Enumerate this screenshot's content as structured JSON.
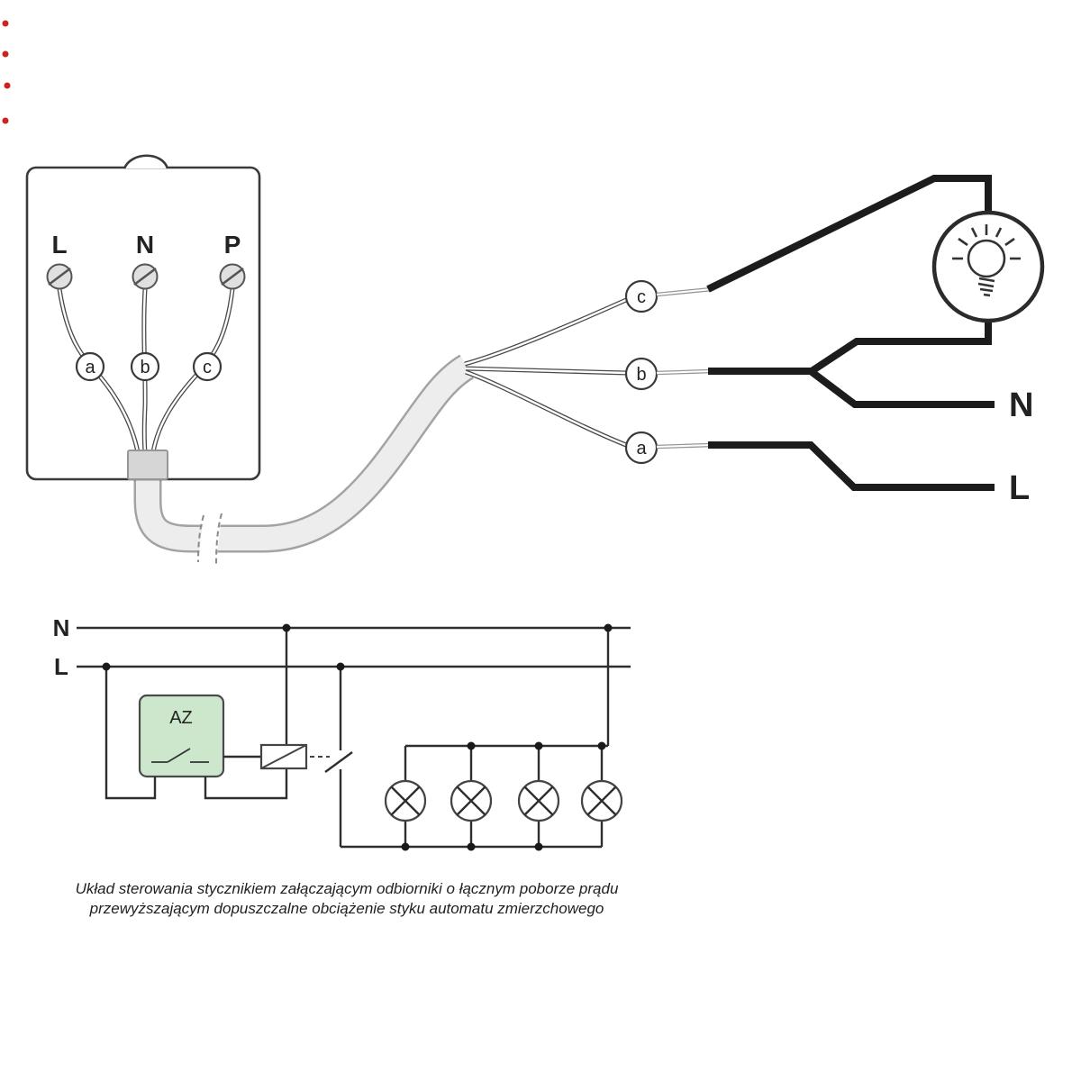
{
  "colors": {
    "az_fill": "#cde7cd",
    "cable_fill": "#ededed",
    "cable_outline": "#a3a3a3",
    "line_color": "#1c1c1c",
    "artifact_red": "#cc2222"
  },
  "device_box": {
    "terminals": [
      "L",
      "N",
      "P"
    ],
    "wire_labels": [
      "a",
      "b",
      "c"
    ]
  },
  "connectors": [
    "c",
    "b",
    "a"
  ],
  "mains": {
    "neutral_label": "N",
    "line_label": "L"
  },
  "schematic": {
    "neutral_label": "N",
    "line_label": "L",
    "az_label": "AZ",
    "lamp_count": 4
  },
  "caption": {
    "line1": "Układ sterowania stycznikiem załączającym odbiorniki o łącznym poborze prądu",
    "line2": "przewyższającym dopuszczalne obciążenie styku automatu zmierzchowego"
  }
}
